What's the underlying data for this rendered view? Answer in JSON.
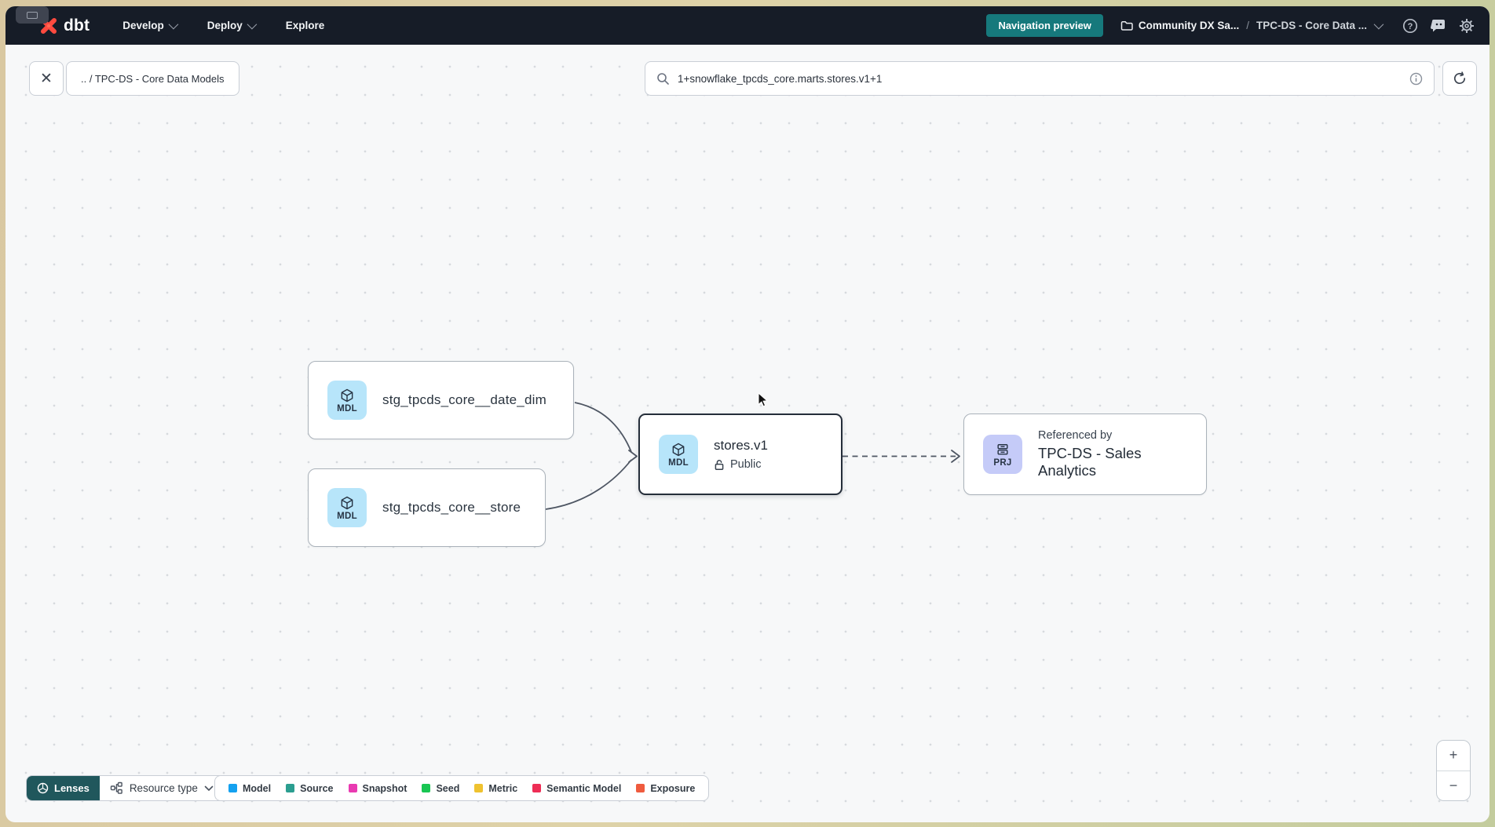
{
  "navbar": {
    "logo_text": "dbt",
    "menus": [
      {
        "label": "Develop"
      },
      {
        "label": "Deploy"
      },
      {
        "label": "Explore"
      }
    ],
    "preview_badge": "Navigation preview",
    "project_crumb": "Community DX Sa...",
    "crumb_separator": "/",
    "page_crumb": "TPC-DS - Core Data ...",
    "navbar_bg": "#161c27",
    "badge_bg": "#16797c"
  },
  "toolbar": {
    "close_glyph": "✕",
    "breadcrumb_chip": ".. / TPC-DS - Core Data Models",
    "search_value": "1+snowflake_tpcds_core.marts.stores.v1+1"
  },
  "graph": {
    "nodes": [
      {
        "badge": "MDL",
        "label": "stg_tpcds_core__date_dim"
      },
      {
        "badge": "MDL",
        "label": "stg_tpcds_core__store"
      },
      {
        "badge": "MDL",
        "label": "stores.v1",
        "visibility": "Public",
        "selected": true
      },
      {
        "badge": "PRJ",
        "kicker": "Referenced by",
        "label": "TPC-DS - Sales Analytics"
      }
    ],
    "badge_colors": {
      "model": "#b7e5fa",
      "project": "#c5cbf8"
    },
    "edge_color": "#4e5663"
  },
  "footer": {
    "lenses_label": "Lenses",
    "resource_type_label": "Resource type",
    "legend": [
      {
        "label": "Model",
        "color": "#14a1f0"
      },
      {
        "label": "Source",
        "color": "#2b9e90"
      },
      {
        "label": "Snapshot",
        "color": "#e93ab1"
      },
      {
        "label": "Seed",
        "color": "#19c653"
      },
      {
        "label": "Metric",
        "color": "#efc22f"
      },
      {
        "label": "Semantic Model",
        "color": "#ee2d55"
      },
      {
        "label": "Exposure",
        "color": "#ef5b3e"
      }
    ]
  },
  "zoom_controls": {
    "zoom_in": "+",
    "zoom_out": "−"
  }
}
